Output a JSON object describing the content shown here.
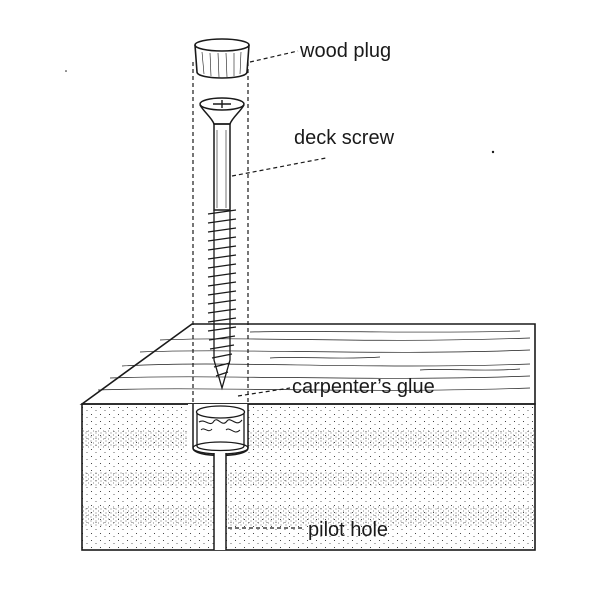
{
  "labels": {
    "wood_plug": "wood plug",
    "deck_screw": "deck screw",
    "carpenters_glue": "carpenter’s glue",
    "pilot_hole": "pilot hole"
  },
  "colors": {
    "ink": "#1a1a1a",
    "paper": "#ffffff"
  }
}
